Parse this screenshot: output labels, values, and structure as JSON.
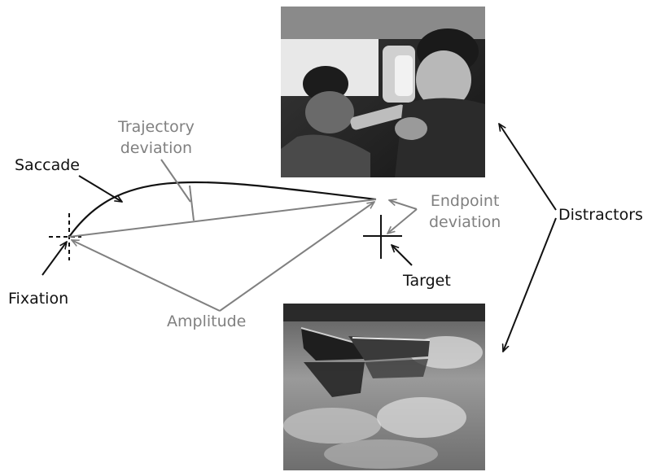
{
  "labels": {
    "saccade": "Saccade",
    "trajectory_deviation": [
      "Trajectory",
      "deviation"
    ],
    "endpoint_deviation": [
      "Endpoint",
      "deviation"
    ],
    "distractors": "Distractors",
    "fixation": "Fixation",
    "target": "Target",
    "amplitude": "Amplitude"
  },
  "photos": {
    "top": "Two men drinking from a bottle inside a vehicle (black-and-white photograph)",
    "bottom": "Two rowboats on still water reflecting clouds (black-and-white photograph)"
  },
  "colors": {
    "black": "#111111",
    "gray": "#808080"
  }
}
